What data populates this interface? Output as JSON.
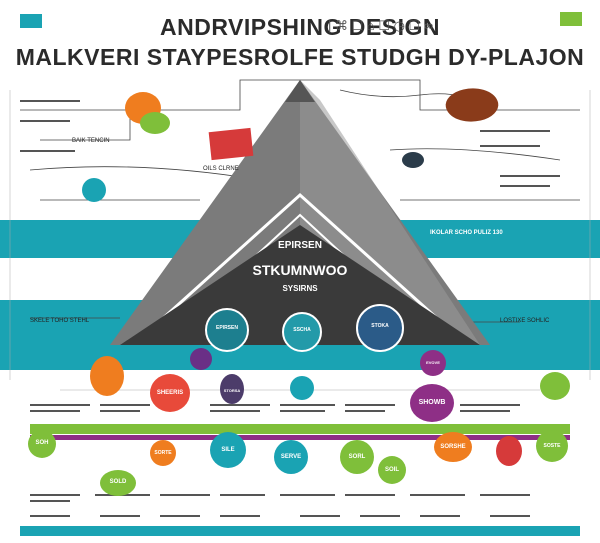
{
  "header": {
    "title_line1": "ANDRVIPSHING DESIGN",
    "title_line2": "MALKVERI STAYPESROLFE STUDGH DY-PLAJON",
    "header_glyphs": "| ⌘ ☐ ⌂ ☐ ◷ ☐ ∞"
  },
  "pyramid": {
    "label_top": "EPIRSEN",
    "label_mid": "STKUMNWOO",
    "label_low": "SYSIRNS"
  },
  "callouts": {
    "left_top": "BAIK TENCIN",
    "left_mid": "OILS CLRNE",
    "right_band": "IKOLAR SCHO PULIZ 130",
    "right_small": "LOSTIXE SOHLIC",
    "left_small": "SKELE TOHO STEHL"
  },
  "teal_band_circle_labels": [
    "EPIRSEN",
    "SSCHA",
    "STOKA"
  ],
  "lower_band_bubbles": [
    "SHEERIS",
    "SHOWB",
    "STORSA",
    "EVOVE"
  ],
  "bottom_bubbles": [
    "SOH",
    "SOLD",
    "SORTE",
    "SILE",
    "SERVE",
    "SORL",
    "SOIL",
    "SORSHE",
    "SOSTE"
  ],
  "colors": {
    "teal": "#1aa3b3",
    "gray": "#7b7b7b",
    "dark": "#3a3a3a",
    "orange": "#ef7d1f",
    "green": "#7fbf3a",
    "purple": "#8e2f86",
    "red": "#d63a3a",
    "brown": "#8a3b1a"
  }
}
